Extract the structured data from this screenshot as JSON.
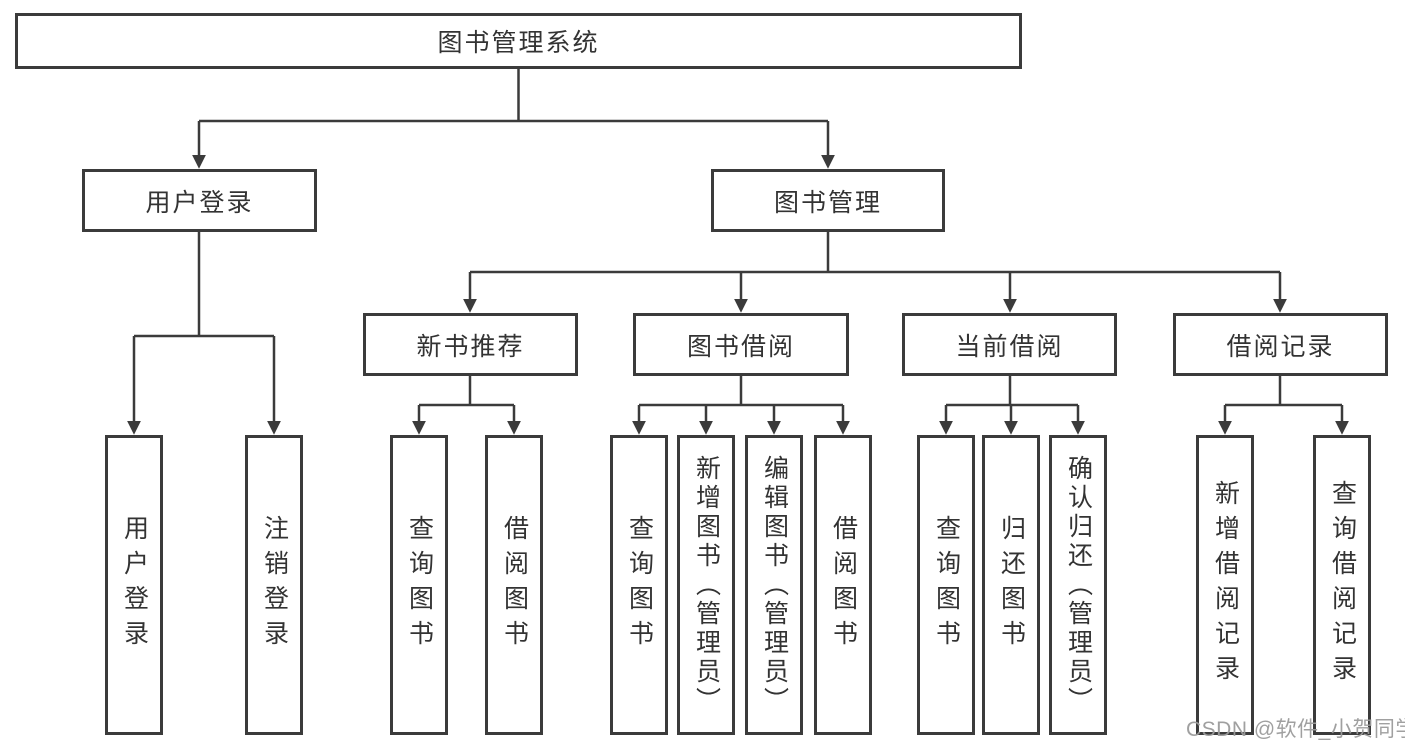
{
  "diagram": {
    "root": {
      "label": "图书管理系统"
    },
    "level2": [
      {
        "label": "用户登录"
      },
      {
        "label": "图书管理"
      }
    ],
    "level3": [
      {
        "label": "新书推荐"
      },
      {
        "label": "图书借阅"
      },
      {
        "label": "当前借阅"
      },
      {
        "label": "借阅记录"
      }
    ],
    "leaves": {
      "user_login": [
        {
          "label": "用户登录"
        },
        {
          "label": "注销登录"
        }
      ],
      "new_book": [
        {
          "label": "查询图书"
        },
        {
          "label": "借阅图书"
        }
      ],
      "book_borrow": [
        {
          "label": "查询图书"
        },
        {
          "label": "新增图书（管理员）"
        },
        {
          "label": "编辑图书（管理员）"
        },
        {
          "label": "借阅图书"
        }
      ],
      "current_borrow": [
        {
          "label": "查询图书"
        },
        {
          "label": "归还图书"
        },
        {
          "label": "确认归还（管理员）"
        }
      ],
      "borrow_records": [
        {
          "label": "新增借阅记录"
        },
        {
          "label": "查询借阅记录"
        }
      ]
    }
  },
  "watermark": {
    "text": "CSDN @软件_小贺同学",
    "color": "#9b9b9b"
  },
  "colors": {
    "line": "#3b3b3b",
    "box_border": "#3b3b3b",
    "text": "#333333",
    "background": "#ffffff"
  }
}
